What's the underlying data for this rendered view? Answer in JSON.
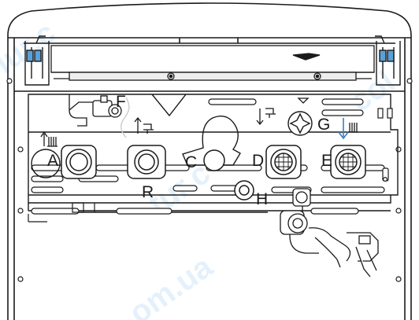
{
  "labels": {
    "a": "A",
    "r": "R",
    "c": "C",
    "d": "D",
    "e": "E",
    "f": "F",
    "g": "G",
    "h": "H"
  },
  "watermark": {
    "top_left": "lur.c",
    "top_right": "col",
    "middle": "tur.c",
    "bottom": "om.ua"
  }
}
